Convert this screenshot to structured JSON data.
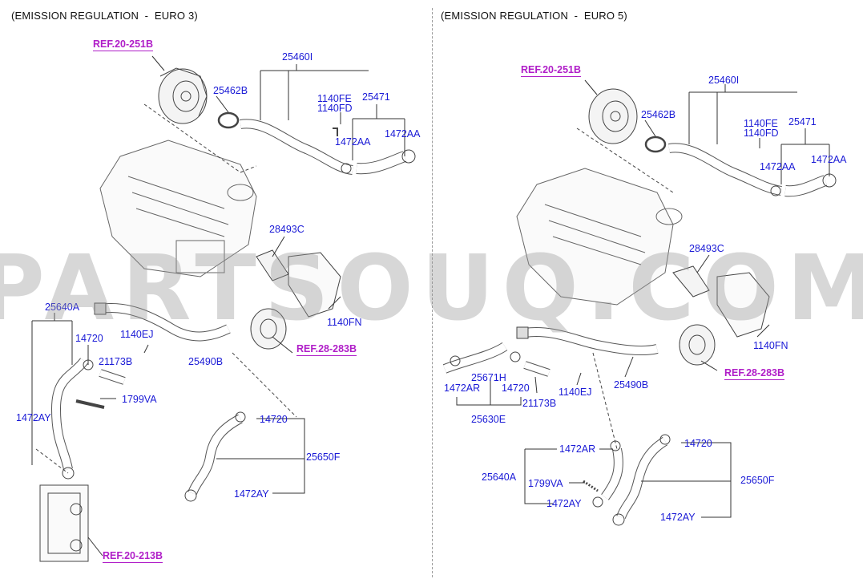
{
  "left_panel": {
    "title": "(EMISSION REGULATION  -  EURO 3)",
    "refs": [
      "REF.20-251B",
      "REF.28-283B",
      "REF.20-213B"
    ],
    "labels": {
      "p25460I": "25460I",
      "p25462B": "25462B",
      "p1140FE": "1140FE",
      "p1140FD": "1140FD",
      "p25471": "25471",
      "p1472AA_a": "1472AA",
      "p1472AA_b": "1472AA",
      "p28493C": "28493C",
      "p25640A": "25640A",
      "p14720_a": "14720",
      "p1140EJ": "1140EJ",
      "p21173B": "21173B",
      "p25490B": "25490B",
      "p1140FN": "1140FN",
      "p1799VA": "1799VA",
      "p1472AY_a": "1472AY",
      "p14720_b": "14720",
      "p25650F": "25650F",
      "p1472AY_b": "1472AY"
    }
  },
  "right_panel": {
    "title": "(EMISSION REGULATION  -  EURO 5)",
    "refs": [
      "REF.20-251B",
      "REF.28-283B"
    ],
    "labels": {
      "p25460I": "25460I",
      "p25462B": "25462B",
      "p1140FE": "1140FE",
      "p1140FD": "1140FD",
      "p25471": "25471",
      "p1472AA_a": "1472AA",
      "p1472AA_b": "1472AA",
      "p28493C": "28493C",
      "p1140FN": "1140FN",
      "p25671H": "25671H",
      "p1472AR_a": "1472AR",
      "p14720_a": "14720",
      "p21173B": "21173B",
      "p1140EJ": "1140EJ",
      "p25490B": "25490B",
      "p25630E": "25630E",
      "p1472AR_b": "1472AR",
      "p14720_b": "14720",
      "p25640A": "25640A",
      "p1799VA": "1799VA",
      "p25650F": "25650F",
      "p1472AY_a": "1472AY",
      "p1472AY_b": "1472AY"
    }
  },
  "watermark": "PARTSOUQ.COM"
}
